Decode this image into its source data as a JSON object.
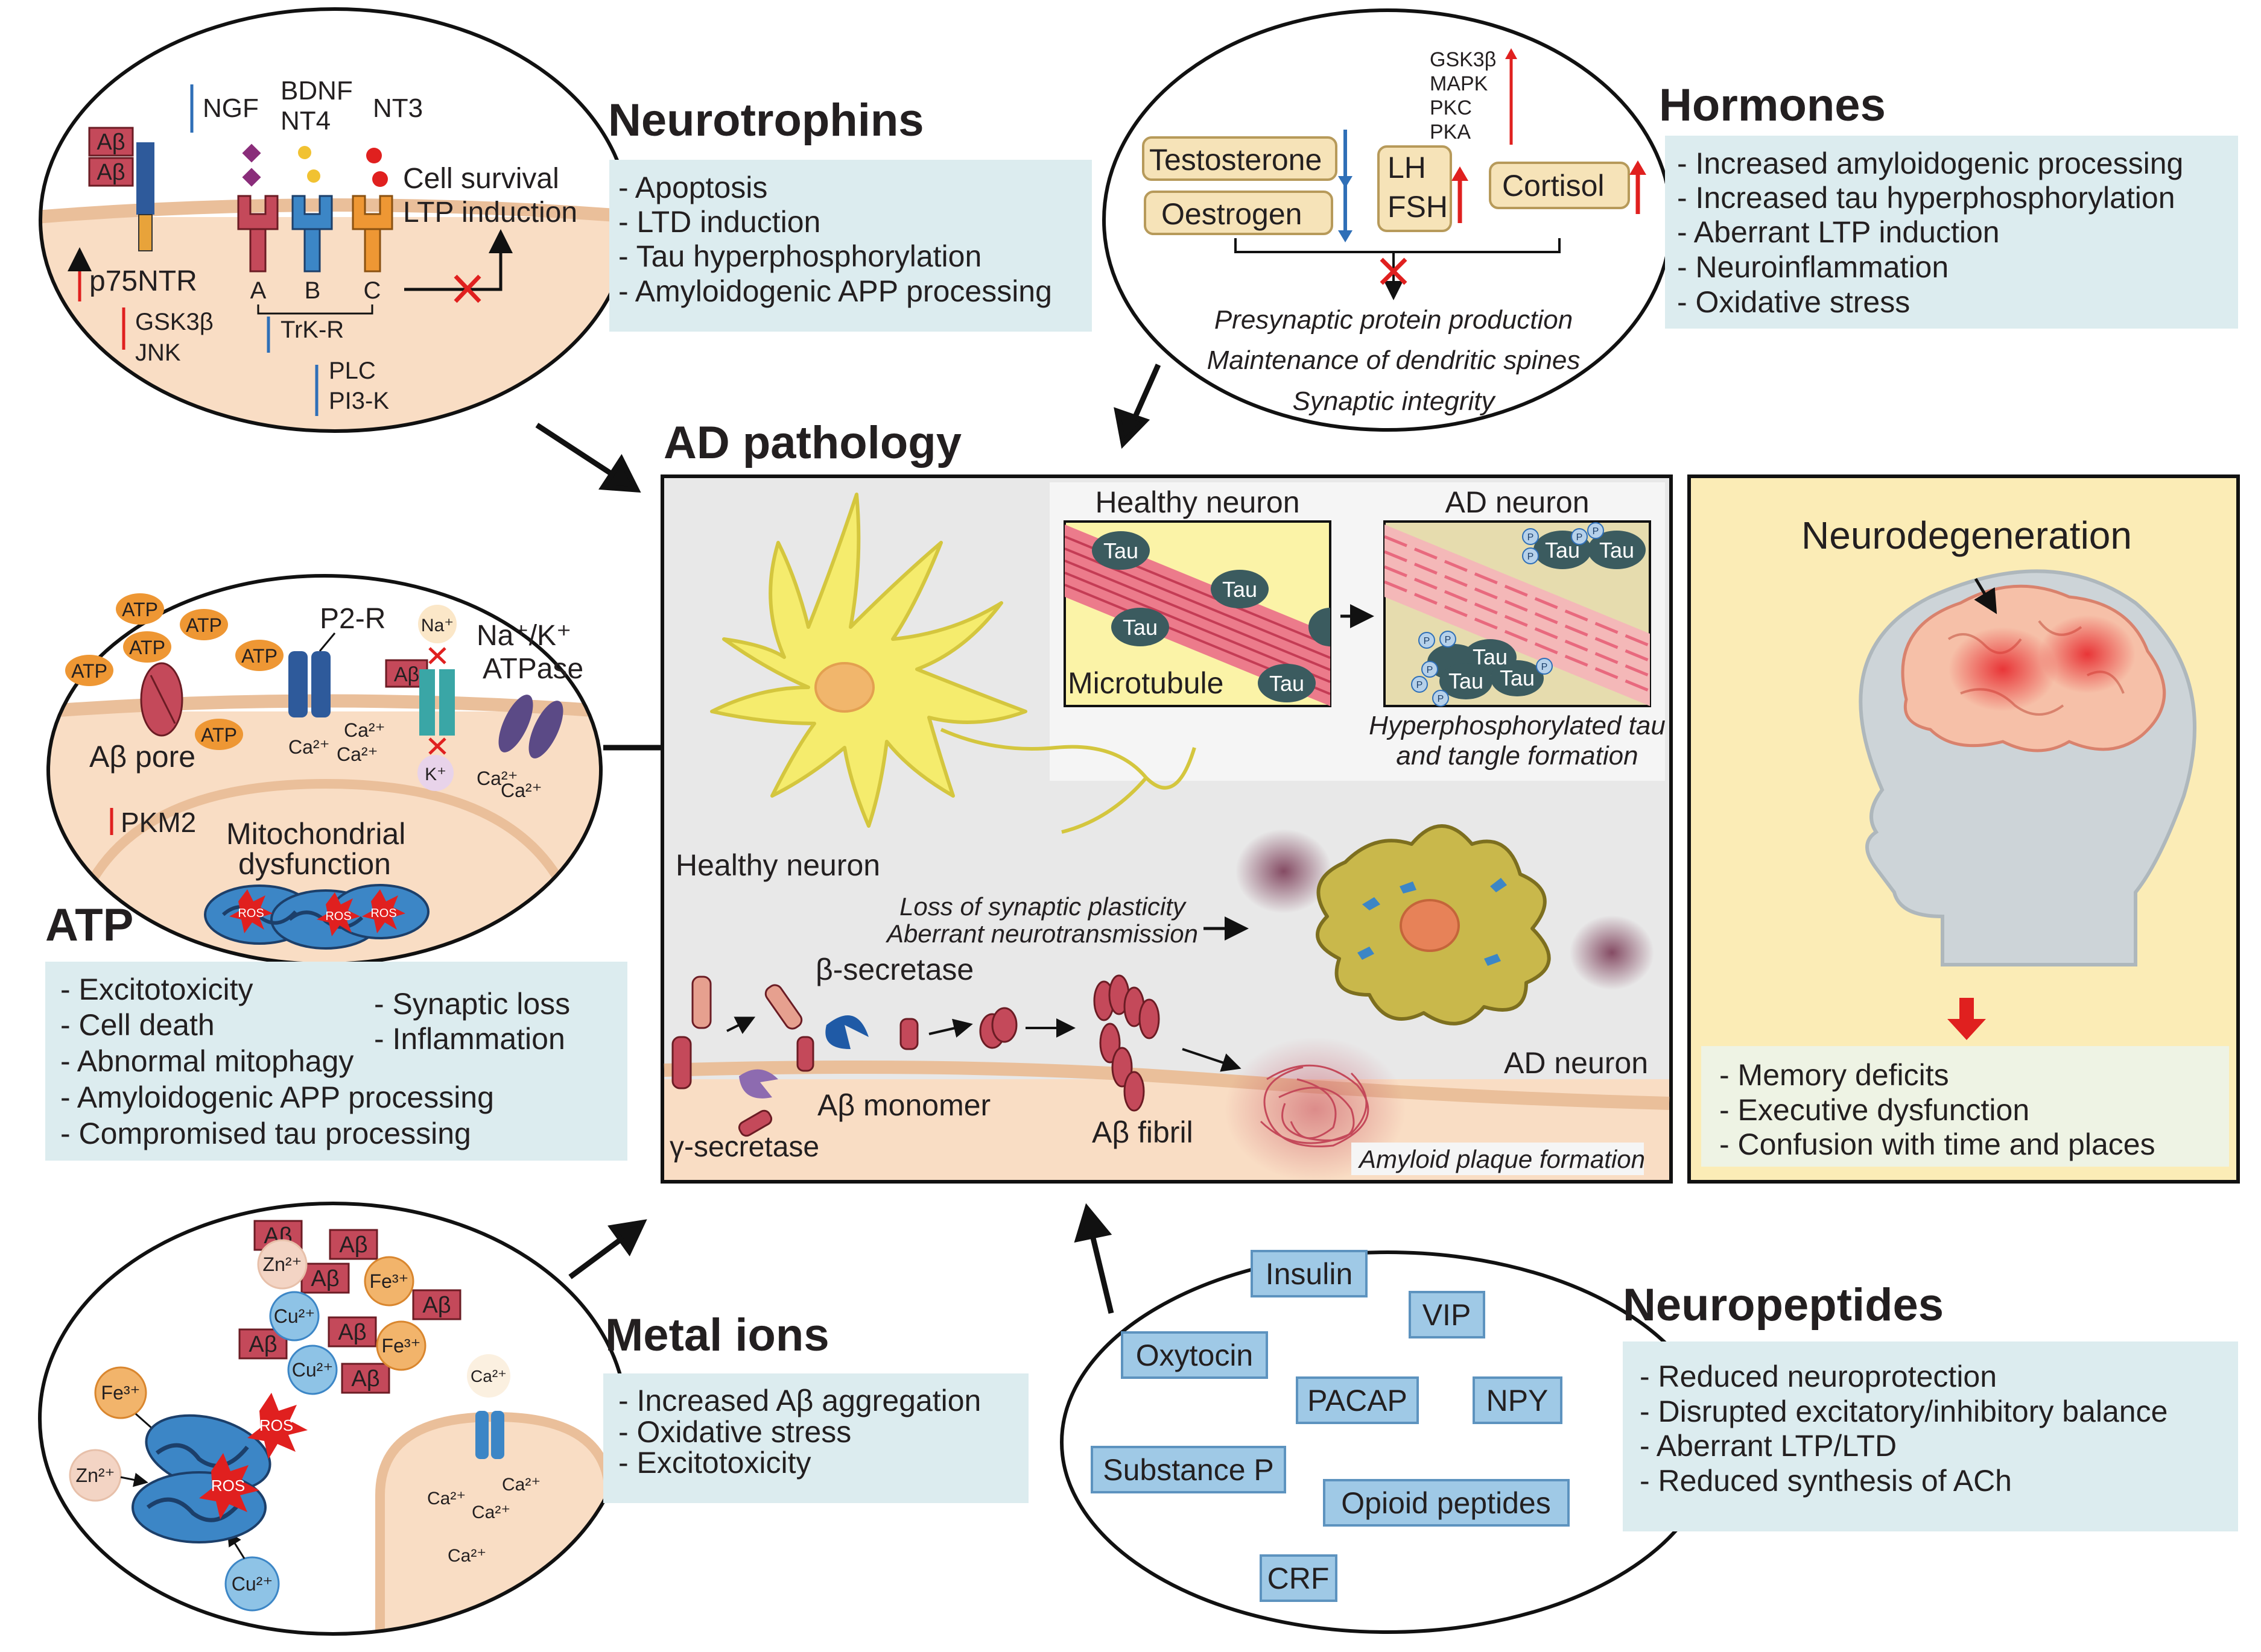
{
  "colors": {
    "panel_blue": "#dcecef",
    "membrane": "#f9ddc4",
    "membrane_edge": "#eabf9a",
    "neuron_yellow": "#f5ec6d",
    "ad_neuron": "#c9b84b",
    "tau": "#3b5b5f",
    "fibril": "#c4495a",
    "hormone_box": "#f6e3b8",
    "neuropeptide_box": "#9fc9e6",
    "down_arrow": "#2f6fb7",
    "up_arrow": "#e0201f",
    "neurodeg_bg": "#fbecb6"
  },
  "neurotrophins": {
    "title": "Neurotrophins",
    "effects": [
      "- Apoptosis",
      "- LTD induction",
      "- Tau hyperphosphorylation",
      "- Amyloidogenic APP processing"
    ],
    "abeta": "Aβ",
    "ngf": "NGF",
    "bdnf": "BDNF",
    "nt4": "NT4",
    "nt3": "NT3",
    "cell_survival": "Cell survival",
    "ltp_induction": "LTP induction",
    "p75ntr": "p75NTR",
    "gsk3b": "GSK3β",
    "jnk": "JNK",
    "receptor_a": "A",
    "receptor_b": "B",
    "receptor_c": "C",
    "trk": "TrK-R",
    "plc": "PLC",
    "pi3k": "PI3-K"
  },
  "hormones": {
    "title": "Hormones",
    "effects": [
      "- Increased amyloidogenic processing",
      "- Increased tau hyperphosphorylation",
      "- Aberrant LTP induction",
      "- Neuroinflammation",
      "- Oxidative stress"
    ],
    "kinases": [
      "GSK3β",
      "MAPK",
      "PKC",
      "PKA"
    ],
    "testosterone": "Testosterone",
    "oestrogen": "Oestrogen",
    "lh": "LH",
    "fsh": "FSH",
    "cortisol": "Cortisol",
    "outcomes": [
      "Presynaptic protein production",
      "Maintenance of dendritic spines",
      "Synaptic integrity"
    ]
  },
  "atp": {
    "title": "ATP",
    "atp_label": "ATP",
    "p2r": "P2-R",
    "na": "Na⁺",
    "k": "K⁺",
    "nak_line1": "Na⁺/K⁺",
    "nak_line2": "ATPase",
    "abeta": "Aβ",
    "abeta_pore": "Aβ pore",
    "ca": "Ca²⁺",
    "pkm2": "PKM2",
    "mito_line1": "Mitochondrial",
    "mito_line2": "dysfunction",
    "ros": "ROS",
    "effects_left": [
      "- Excitotoxicity",
      "- Cell death",
      "- Abnormal mitophagy",
      "- Amyloidogenic APP processing",
      "- Compromised tau processing"
    ],
    "effects_right": [
      "- Synaptic loss",
      "- Inflammation"
    ]
  },
  "metal": {
    "title": "Metal ions",
    "effects": [
      "- Increased Aβ aggregation",
      "- Oxidative stress",
      "- Excitotoxicity"
    ],
    "abeta": "Aβ",
    "zn": "Zn²⁺",
    "fe": "Fe³⁺",
    "cu": "Cu²⁺",
    "ca": "Ca²⁺",
    "ros": "ROS"
  },
  "neuropeptides": {
    "title": "Neuropeptides",
    "items": [
      "Insulin",
      "VIP",
      "Oxytocin",
      "PACAP",
      "NPY",
      "Substance P",
      "Opioid peptides",
      "CRF"
    ],
    "effects": [
      "- Reduced neuroprotection",
      "- Disrupted excitatory/inhibitory balance",
      "- Aberrant LTP/LTD",
      "- Reduced synthesis of ACh"
    ]
  },
  "ad": {
    "title": "AD pathology",
    "healthy_neuron_title": "Healthy neuron",
    "ad_neuron_title": "AD neuron",
    "tau": "Tau",
    "p": "P",
    "microtubule": "Microtubule",
    "hyper_line1": "Hyperphosphorylated tau",
    "hyper_line2": "and tangle formation",
    "healthy_neuron": "Healthy neuron",
    "loss_line1": "Loss of synaptic plasticity",
    "loss_line2": "Aberrant neurotransmission",
    "ad_neuron": "AD neuron",
    "beta_secretase": "β-secretase",
    "gamma_secretase": "γ-secretase",
    "abeta_monomer": "Aβ monomer",
    "abeta_fibril": "Aβ fibril",
    "plaque": "Amyloid plaque formation"
  },
  "neurodegeneration": {
    "title": "Neurodegeneration",
    "effects": [
      "- Memory deficits",
      "- Executive dysfunction",
      "- Confusion with time and places"
    ]
  }
}
